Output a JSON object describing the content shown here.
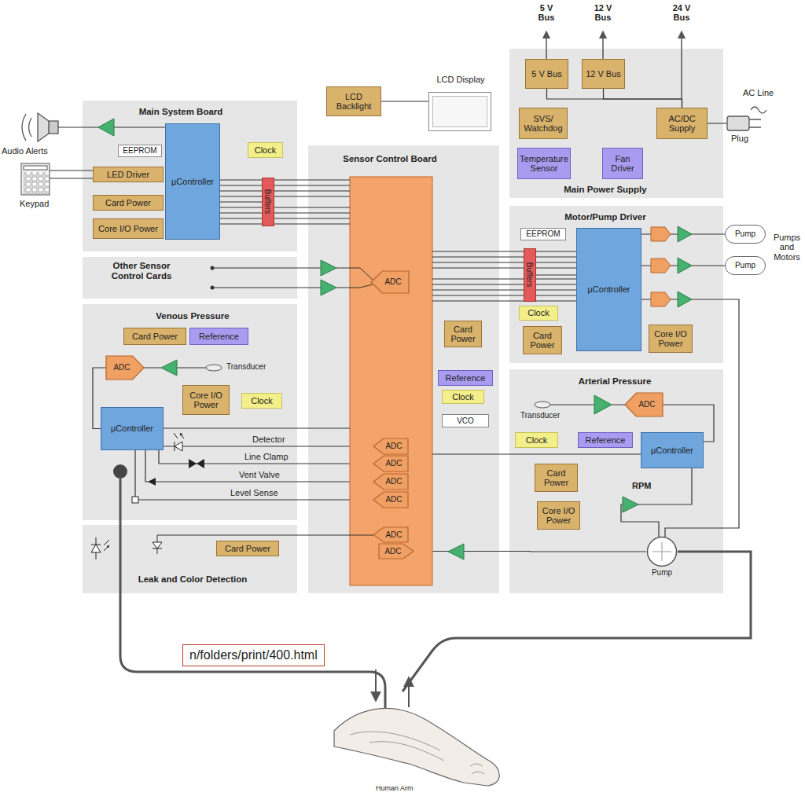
{
  "diagram": {
    "nodes": [
      {
        "text": [
          "Main Power Supply"
        ]
      },
      {
        "text": [
          "5 V Bus"
        ],
        "in": 0
      },
      {
        "text": [
          "12 V Bus"
        ],
        "in": 0
      },
      {
        "text": [
          "SVS/ Watchdog"
        ],
        "in": 0
      },
      {
        "text": [
          "AC/DC Supply"
        ],
        "in": 0
      },
      {
        "text": [
          "Temperature Sensor"
        ],
        "in": 0
      },
      {
        "text": [
          "Fan Driver"
        ],
        "in": 0
      },
      {
        "text": [
          "LCD Backlight"
        ]
      },
      {
        "text": [
          "LCD Display"
        ]
      },
      {
        "text": [
          "Main System Board"
        ]
      },
      {
        "text": [
          "EEPROM"
        ],
        "in": 9
      },
      {
        "text": [
          "µController"
        ],
        "in": 9
      },
      {
        "text": [
          "Clock"
        ],
        "in": 9
      },
      {
        "text": [
          "LED Driver"
        ],
        "in": 9
      },
      {
        "text": [
          "Buffers"
        ],
        "in": 9
      },
      {
        "text": [
          "Card Power"
        ],
        "in": 9
      },
      {
        "text": [
          "Core I/O Power"
        ],
        "in": 9
      },
      {
        "text": [
          "Sensor Control Board"
        ]
      },
      {
        "text": [
          "ADC"
        ],
        "in": 17
      },
      {
        "text": [
          "Card Power"
        ],
        "in": 17
      },
      {
        "text": [
          "Reference"
        ],
        "in": 17
      },
      {
        "text": [
          "Clock"
        ],
        "in": 17
      },
      {
        "text": [
          "VCO"
        ],
        "in": 17
      },
      {
        "text": [
          "ADC"
        ],
        "in": 17
      },
      {
        "text": [
          "ADC"
        ],
        "in": 17
      },
      {
        "text": [
          "ADC"
        ],
        "in": 17
      },
      {
        "text": [
          "ADC"
        ],
        "in": 17
      },
      {
        "text": [
          "ADC"
        ],
        "in": 17
      },
      {
        "text": [
          "ADC"
        ],
        "in": 17
      },
      {
        "text": [
          "Other Sensor Control Cards"
        ]
      },
      {
        "text": [
          "Motor/Pump Driver"
        ]
      },
      {
        "text": [
          "EEPROM"
        ],
        "in": 30
      },
      {
        "text": [
          "Buffers"
        ],
        "in": 30
      },
      {
        "text": [
          "µController"
        ],
        "in": 30
      },
      {
        "text": [
          "Clock"
        ],
        "in": 30
      },
      {
        "text": [
          "Card Power"
        ],
        "in": 30
      },
      {
        "text": [
          "Core I/O Power"
        ],
        "in": 30
      },
      {
        "text": [
          "Pump"
        ]
      },
      {
        "text": [
          "Pump"
        ]
      },
      {
        "text": [
          "Venous Pressure"
        ]
      },
      {
        "text": [
          "Card Power"
        ],
        "in": 39
      },
      {
        "text": [
          "Reference"
        ],
        "in": 39
      },
      {
        "text": [
          "ADC"
        ],
        "in": 39
      },
      {
        "text": [
          "Core I/O Power"
        ],
        "in": 39
      },
      {
        "text": [
          "Clock"
        ],
        "in": 39
      },
      {
        "text": [
          "µController"
        ],
        "in": 39
      },
      {
        "text": [
          "Arterial Pressure"
        ]
      },
      {
        "text": [
          "ADC"
        ],
        "in": 46
      },
      {
        "text": [
          "Clock"
        ],
        "in": 46
      },
      {
        "text": [
          "Reference"
        ],
        "in": 46
      },
      {
        "text": [
          "µController"
        ],
        "in": 46
      },
      {
        "text": [
          "Card Power"
        ],
        "in": 46
      },
      {
        "text": [
          "Core I/O Power"
        ],
        "in": 46
      },
      {
        "text": [
          "Pump"
        ],
        "in": 46
      },
      {
        "text": [
          "Leak and Color Detection"
        ]
      },
      {
        "text": [
          "Card Power"
        ],
        "in": 54
      },
      {
        "text": [
          "n/folders/print/400.html"
        ]
      }
    ],
    "edges": [
      {
        "from": 4,
        "to": 1,
        "arrow": "none"
      },
      {
        "from": 4,
        "to": 2,
        "arrow": "none"
      },
      {
        "from": 7,
        "to": 8,
        "arrow": "none"
      },
      {
        "from": 11,
        "to": 14,
        "arrow": "none"
      },
      {
        "from": 32,
        "to": 33,
        "arrow": "none"
      },
      {
        "from": 45,
        "to": 23,
        "label": "Detector",
        "arrow": "none"
      },
      {
        "from": 45,
        "to": 24,
        "label": "Line Clamp",
        "arrow": "none"
      },
      {
        "from": 45,
        "to": 25,
        "label": "Vent Valve",
        "arrow": "none"
      },
      {
        "from": 45,
        "to": 26,
        "label": "Level Sense",
        "arrow": "none"
      },
      {
        "from": 42,
        "to": 45,
        "arrow": "none"
      },
      {
        "from": 47,
        "to": 50,
        "arrow": "none"
      },
      {
        "from": 33,
        "to": 37,
        "arrow": "none"
      },
      {
        "from": 33,
        "to": 38,
        "arrow": "none"
      },
      {
        "from": 33,
        "to": 53,
        "arrow": "none"
      },
      {
        "from": 53,
        "to": 28,
        "arrow": "none"
      },
      {
        "from": 53,
        "to": 50,
        "arrow": "none"
      }
    ],
    "labels": [
      "5 V Bus",
      "12 V Bus",
      "24 V Bus",
      "AC Line",
      "Plug",
      "Audio Alerts",
      "Keypad",
      "Transducer",
      "Pumps and Motors",
      "Transducer",
      "RPM",
      "Human Arm"
    ]
  }
}
